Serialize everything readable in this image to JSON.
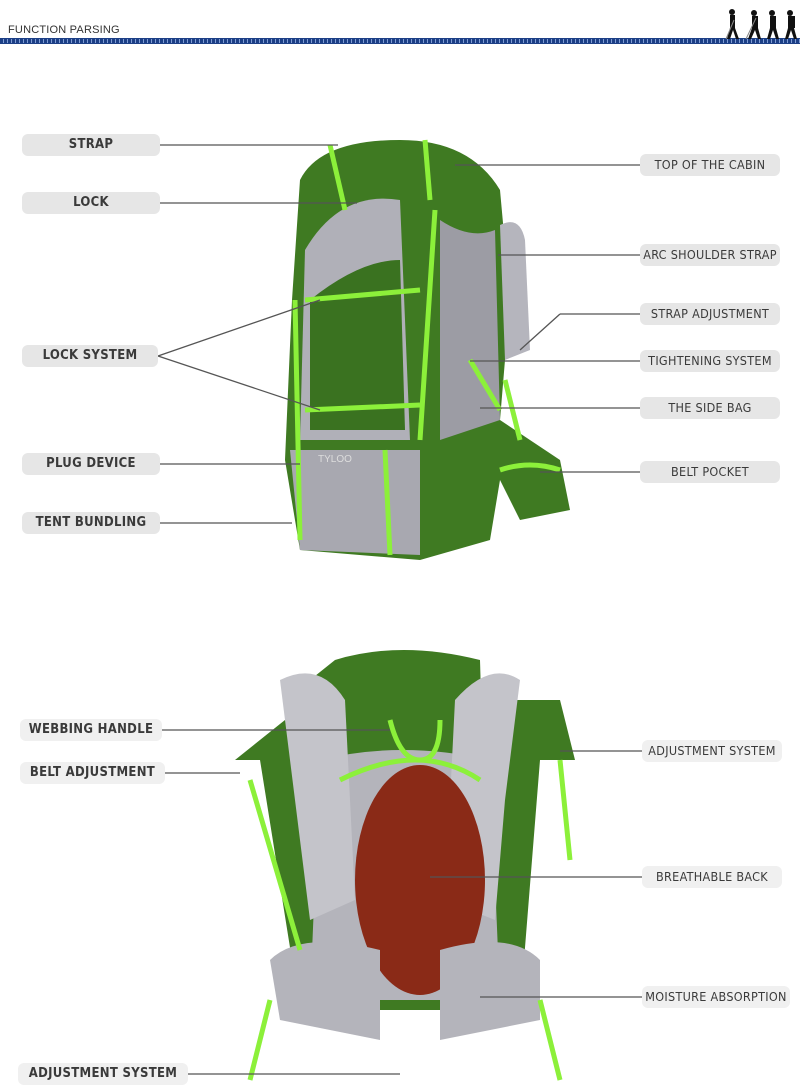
{
  "header": {
    "title": "FUNCTION PARSING",
    "icon": "hikers-silhouette-icon"
  },
  "front_view": {
    "left_labels": [
      "STRAP",
      "LOCK",
      "LOCK SYSTEM",
      "PLUG DEVICE",
      "TENT BUNDLING"
    ],
    "right_labels": [
      "TOP OF THE CABIN",
      "ARC SHOULDER STRAP",
      "STRAP ADJUSTMENT",
      "TIGHTENING SYSTEM",
      "THE SIDE BAG",
      "BELT POCKET"
    ],
    "brand_text": "TYLOO"
  },
  "back_view": {
    "left_labels": [
      "WEBBING HANDLE",
      "BELT ADJUSTMENT",
      "ADJUSTMENT SYSTEM"
    ],
    "right_labels": [
      "ADJUSTMENT SYSTEM",
      "BREATHABLE BACK",
      "MOISTURE ABSORPTION"
    ]
  },
  "colors": {
    "green": "#3f7a22",
    "lime": "#8cf03a",
    "gray": "#a9a9b1",
    "mesh": "#8a2a17",
    "rule": "#1c3f86"
  }
}
